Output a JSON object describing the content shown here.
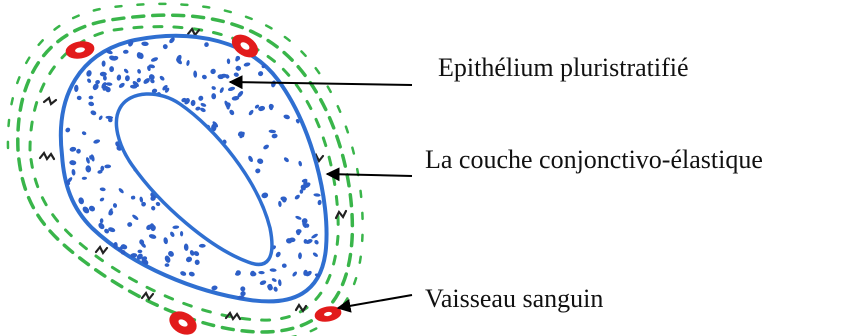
{
  "labels": {
    "epithelium": "Epithélium pluristratifié",
    "connective": "La couche conjonctivo-élastique",
    "vessel": "Vaisseau sanguin"
  },
  "colors": {
    "outer_ring": "#2f6fd1",
    "inner_lumen": "#2f6fd1",
    "cells": "#2d5fc7",
    "dashes": "#39b54a",
    "vessels": "#e21b1b",
    "fibers": "#222222",
    "arrows": "#000000"
  }
}
